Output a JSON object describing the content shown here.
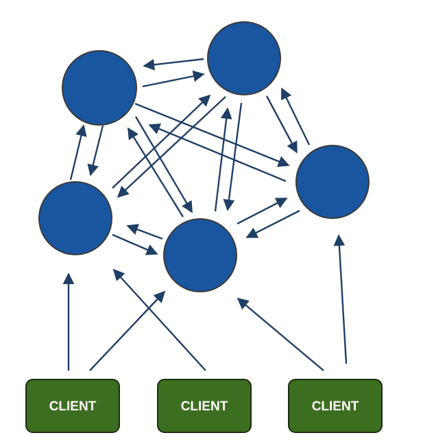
{
  "diagram": {
    "servers": [
      {
        "id": "server-top-left"
      },
      {
        "id": "server-top-right"
      },
      {
        "id": "server-middle-left"
      },
      {
        "id": "server-bottom-center"
      },
      {
        "id": "server-right"
      }
    ],
    "clients": [
      {
        "id": "client-left",
        "label": "CLIENT"
      },
      {
        "id": "client-middle",
        "label": "CLIENT"
      },
      {
        "id": "client-right",
        "label": "CLIENT"
      }
    ],
    "colors": {
      "server_fill": "#1a56a0",
      "client_fill": "#3c6e1f",
      "arrow": "#1f3f66",
      "client_text": "#ffffff"
    }
  }
}
